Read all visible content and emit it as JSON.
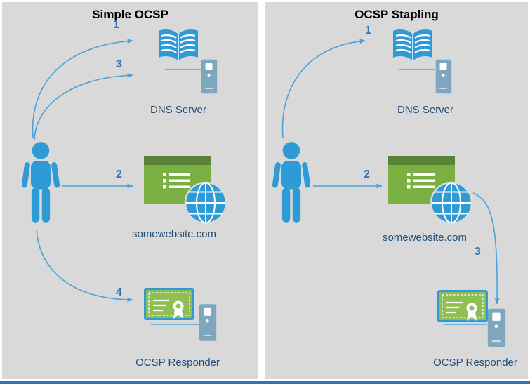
{
  "left": {
    "title": "Simple OCSP",
    "steps": {
      "s1": "1",
      "s2": "2",
      "s3": "3",
      "s4": "4"
    },
    "dns_label": "DNS Server",
    "website_label": "somewebsite.com",
    "ocsp_label": "OCSP Responder"
  },
  "right": {
    "title": "OCSP Stapling",
    "steps": {
      "s1": "1",
      "s2": "2",
      "s3": "3"
    },
    "dns_label": "DNS Server",
    "website_label": "somewebsite.com",
    "ocsp_label": "OCSP Responder"
  },
  "icons": {
    "person": "user-icon",
    "dns": "open-book-icon",
    "server": "server-tower-icon",
    "website": "browser-window-icon",
    "globe": "globe-icon",
    "certificate": "certificate-icon"
  },
  "colors": {
    "panel_bg": "#d9d9d9",
    "accent_blue": "#2e9bd6",
    "server_steel": "#7ea6bf",
    "green_body": "#79b041",
    "green_header": "#5a8236",
    "cert_green": "#8fbe55",
    "label_navy": "#1f4e79",
    "number_blue": "#2e75b6",
    "arrow_blue": "#4ba1d8",
    "bottom_bar": "#2e75b6"
  }
}
